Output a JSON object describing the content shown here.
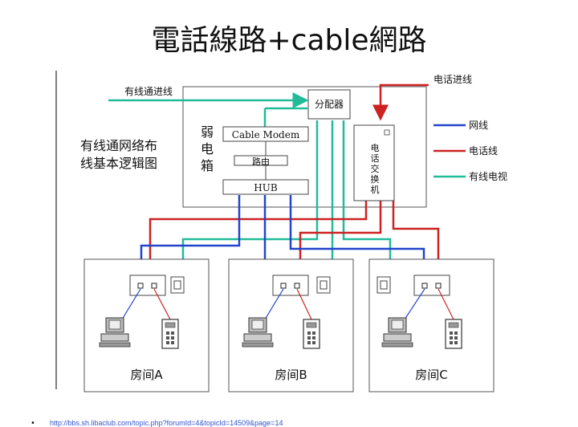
{
  "slide": {
    "title": "電話線路+cable網路",
    "footer_url": "http://bbs.sh.libaclub.com/topic.php?forumId=4&topicId=14509&page=14",
    "footer_bullet": "•"
  },
  "diagram": {
    "incoming": {
      "cable_tv": "有线通进线",
      "phone": "电话进线"
    },
    "side_title": [
      "有线通网络布",
      "线基本逻辑图"
    ],
    "box_label": [
      "弱",
      "电",
      "箱"
    ],
    "devices": {
      "splitter": "分配器",
      "cable_modem": "Cable Modem",
      "router": "路由",
      "hub": "HUB",
      "pbx": [
        "电",
        "话",
        "交",
        "换",
        "机"
      ]
    },
    "legend": [
      {
        "label": "网线",
        "color": "#2244cc"
      },
      {
        "label": "电话线",
        "color": "#cc2222"
      },
      {
        "label": "有线电视",
        "color": "#22bb99"
      }
    ],
    "rooms": [
      "房间A",
      "房间B",
      "房间C"
    ]
  }
}
